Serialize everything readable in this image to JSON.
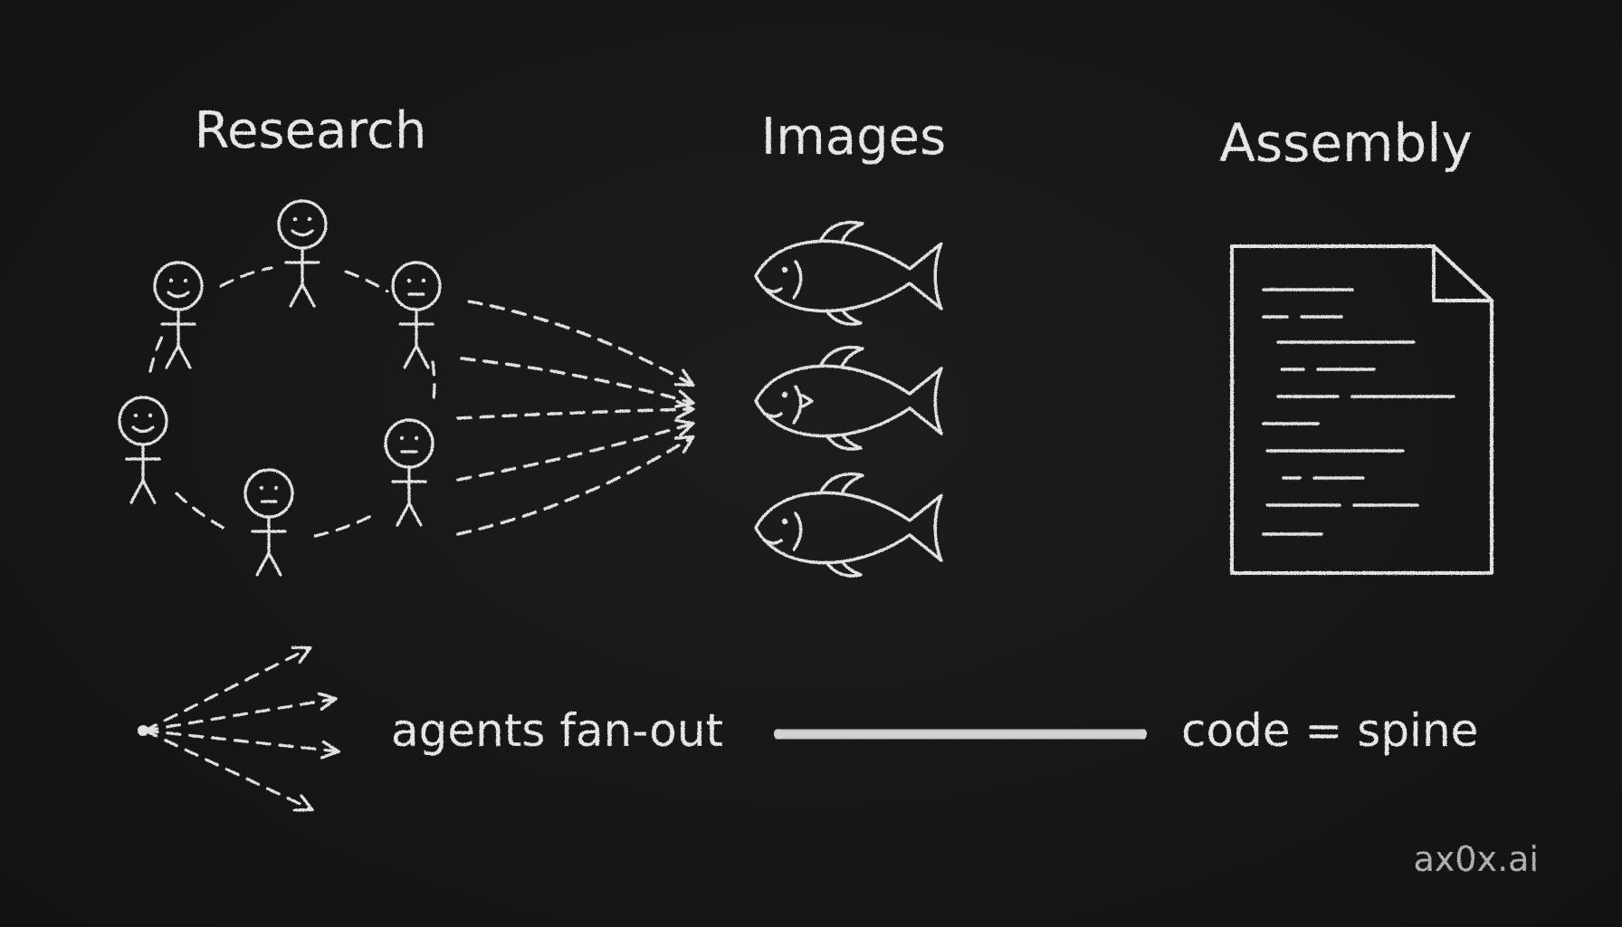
{
  "sections": {
    "research": "Research",
    "images": "Images",
    "assembly": "Assembly"
  },
  "legend": {
    "fanout_label": "agents fan-out",
    "spine_label": "code = spine"
  },
  "watermark": "ax0x.ai",
  "colors": {
    "background": "#151515",
    "chalk": "#e2e2e2"
  },
  "icons": {
    "agents": "stick-figure-icon",
    "images": "fish-icon",
    "assembly": "document-icon"
  }
}
